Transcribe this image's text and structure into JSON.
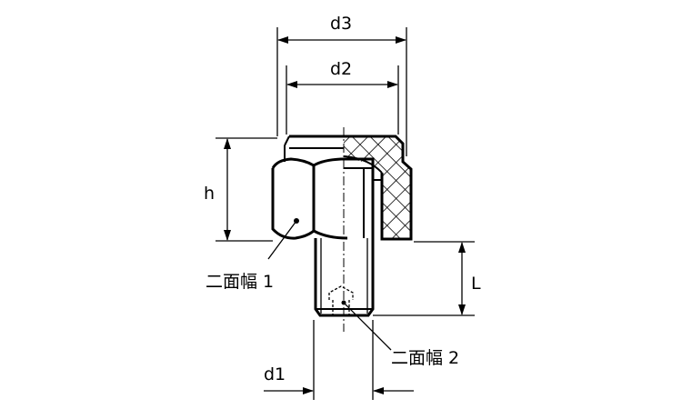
{
  "title": "knob with hex nut dimension drawing",
  "labels": {
    "d3": "d3",
    "d2": "d2",
    "h": "h",
    "L": "L",
    "d1": "d1",
    "width_across_flats_1": "二面幅 1",
    "width_across_flats_2": "二面幅 2"
  }
}
